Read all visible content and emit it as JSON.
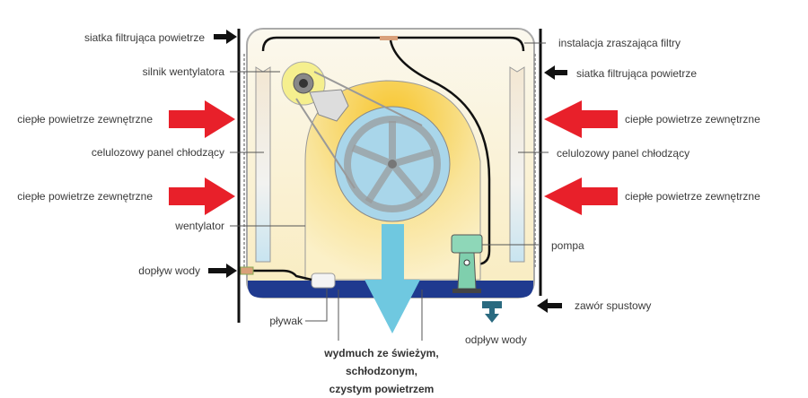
{
  "diagram": {
    "title": "Evaporative air cooler schematic",
    "labels": {
      "filter_mesh_left": "siatka filtrująca powietrze",
      "fan_motor": "silnik wentylatora",
      "warm_air_left_1": "ciepłe powietrze zewnętrzne",
      "cooling_panel_left": "celulozowy panel chłodzący",
      "warm_air_left_2": "ciepłe powietrze zewnętrzne",
      "fan": "wentylator",
      "water_inlet": "dopływ wody",
      "float": "pływak",
      "filter_sprinkler": "instalacja zraszająca filtry",
      "filter_mesh_right": "siatka filtrująca powietrze",
      "warm_air_right_1": "ciepłe powietrze zewnętrzne",
      "cooling_panel_right": "celulozowy panel chłodzący",
      "warm_air_right_2": "ciepłe powietrze zewnętrzne",
      "pump": "pompa",
      "drain_valve": "zawór spustowy",
      "water_outlet": "odpływ wody",
      "outflow_line1": "wydmuch ze świeżym,",
      "outflow_line2": "schłodzonym,",
      "outflow_line3": "czystym powietrzem"
    },
    "colors": {
      "warm_air_arrow": "#e8202a",
      "cold_air_arrow": "#6fc8e0",
      "water_tank": "#1f3a8f",
      "housing_fill": "#fbf6e4",
      "fan_housing": "#f5cf4a",
      "fan_wheel": "#a9d6ea",
      "pump": "#7fcfad",
      "drain": "#2a6a80"
    }
  }
}
